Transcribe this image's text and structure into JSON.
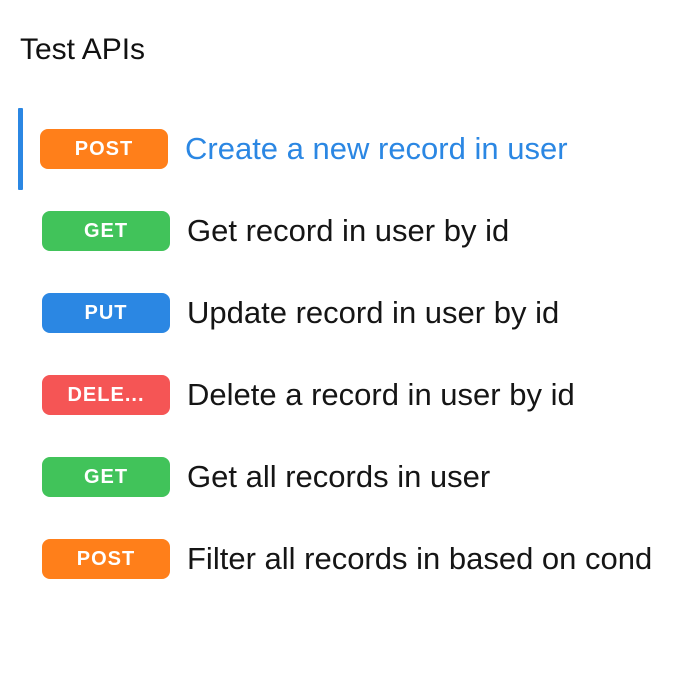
{
  "panel": {
    "title": "Test APIs"
  },
  "apis": [
    {
      "method": "POST",
      "badge": "POST",
      "label": "Create a new record in user",
      "active": true
    },
    {
      "method": "GET",
      "badge": "GET",
      "label": "Get record in user by id",
      "active": false
    },
    {
      "method": "PUT",
      "badge": "PUT",
      "label": "Update record in user by id",
      "active": false
    },
    {
      "method": "DELETE",
      "badge": "DELE...",
      "label": "Delete a record in user by id",
      "active": false
    },
    {
      "method": "GET",
      "badge": "GET",
      "label": "Get all records in user",
      "active": false
    },
    {
      "method": "POST",
      "badge": "POST",
      "label": "Filter all records in based on cond",
      "active": false
    }
  ],
  "colors": {
    "post": "#ff7f1a",
    "get": "#41c35a",
    "put": "#2b87e3",
    "delete": "#f55555",
    "active": "#2b87e3"
  }
}
